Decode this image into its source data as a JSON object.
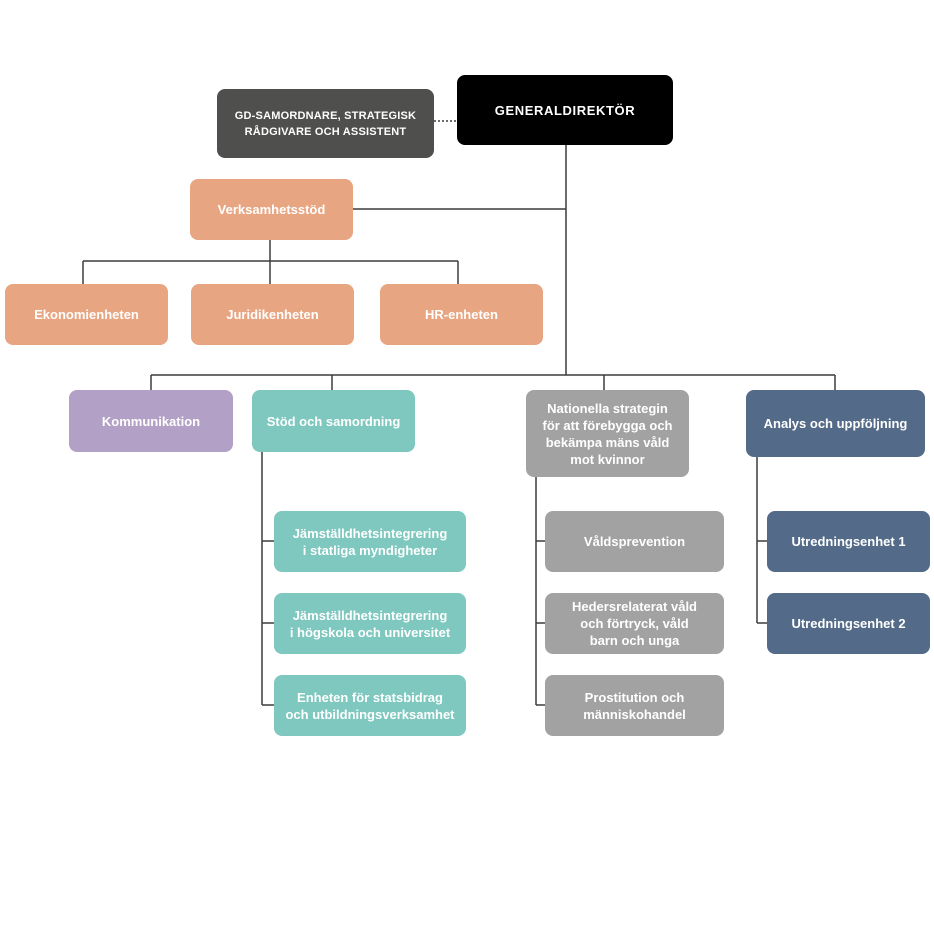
{
  "colors": {
    "black": "#000000",
    "dark_gray": "#4f4f4e",
    "orange": "#e8a582",
    "purple": "#b3a0c6",
    "teal": "#7ec8bf",
    "gray": "#a2a2a2",
    "blue": "#536b89",
    "line": "#3c3c3c"
  },
  "nodes": {
    "generaldirektor": "GENERALDIREKTÖR",
    "gd_samordnare": "GD-SAMORDNARE, STRATEGISK\nRÅDGIVARE OCH ASSISTENT",
    "verksamhetsstod": "Verksamhetsstöd",
    "ekonomienheten": "Ekonomienheten",
    "juridikenheten": "Juridikenheten",
    "hr_enheten": "HR-enheten",
    "kommunikation": "Kommunikation",
    "stod_och_samordning": "Stöd och samordning",
    "jamst_statliga": "Jämställdhetsintegrering\ni statliga myndigheter",
    "jamst_hogskola": "Jämställdhetsintegrering\ni högskola och universitet",
    "enheten_statsbidrag": "Enheten för statsbidrag\noch utbildningsverksamhet",
    "nationella_strategin": "Nationella strategin\nför att förebygga och\nbekämpa mäns våld\nmot kvinnor",
    "valdsprevention": "Våldsprevention",
    "hedersrelaterat": "Hedersrelaterat våld\noch förtryck, våld\nbarn och unga",
    "prostitution": "Prostitution och\nmänniskohandel",
    "analys": "Analys och uppföljning",
    "utredningsenhet_1": "Utredningsenhet 1",
    "utredningsenhet_2": "Utredningsenhet 2"
  }
}
